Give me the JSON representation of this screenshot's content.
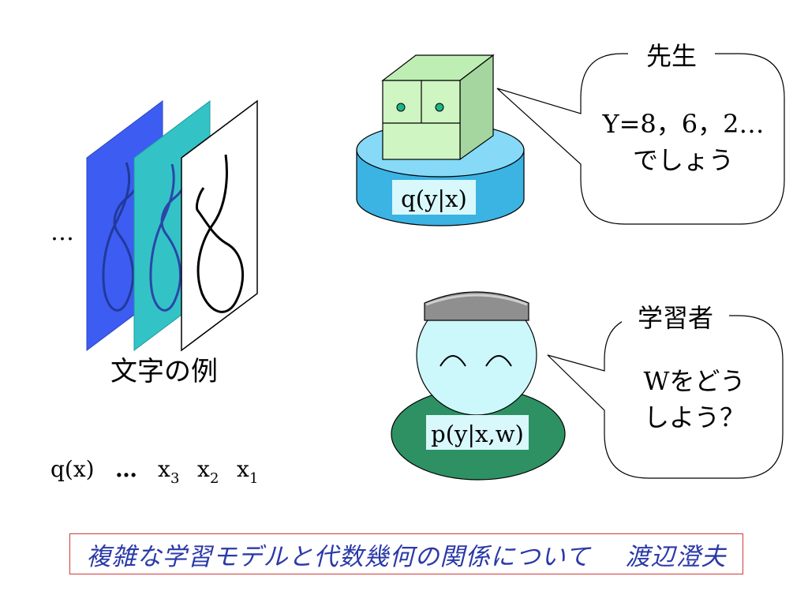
{
  "ellipsis_left": "…",
  "caption_examples": "文字の例",
  "distribution": {
    "q": "q(x)",
    "dots": "…",
    "x3": "x",
    "x3_sub": "3",
    "x2": "x",
    "x2_sub": "2",
    "x1": "x",
    "x1_sub": "1"
  },
  "teacher": {
    "title": "先生",
    "line1": "Y=8，6，2…",
    "line2": "でしょう",
    "base_label": "q(y|x)"
  },
  "learner": {
    "title": "学習者",
    "line1": "Wをどう",
    "line2": "しよう？",
    "body_label": "p(y|x,w)"
  },
  "footer": {
    "title": "複雑な学習モデルと代数幾何の関係について",
    "author": "渡辺澄夫"
  },
  "colors": {
    "blue_card": "#3d5cf2",
    "teal_card": "#33c3c6",
    "cylinder_side": "#3bb3e3",
    "cylinder_top": "#86daf7",
    "box_front": "#cff5c2",
    "box_side": "#a6d6a0",
    "head_fill": "#ccf7fb",
    "body_fill": "#2e9163",
    "footer_text": "#2a3aa8",
    "footer_border": "#d23a3a"
  }
}
